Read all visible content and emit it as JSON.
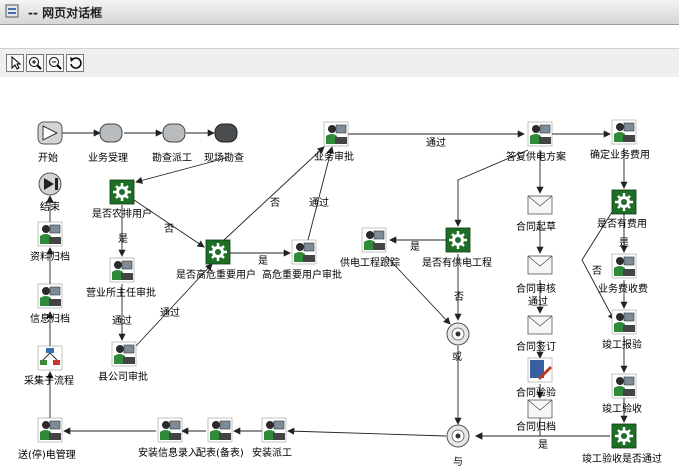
{
  "window": {
    "title": "-- 网页对话框"
  },
  "toolbar": {
    "tools": [
      "pointer-icon",
      "zoom-in-icon",
      "zoom-out-icon",
      "reset-icon"
    ]
  },
  "nodes": {
    "start": "开始",
    "accept": "业务受理",
    "dispatch": "勘查派工",
    "survey": "现场勘查",
    "end": "结束",
    "rural": "是否农排用户",
    "archive": "资料归档",
    "high_risk": "是否高危重要用户",
    "high_risk_approve": "高危重要用户审批",
    "business_approve": "业务审批",
    "reply_plan": "答复供电方案",
    "fee_confirm": "确定业务费用",
    "track": "供电工程跟踪",
    "has_project": "是否有供电工程",
    "contract_draft": "合同起草",
    "has_fee": "是否有费用",
    "office_approve": "营业所主任审批",
    "info_archive": "信息归档",
    "contract_review": "合同审核",
    "fee_collect": "业务费收费",
    "or_gate": "或",
    "pass_text": "通过",
    "contract_sign": "合同签订",
    "accept_report": "竣工报验",
    "subflow": "采集子流程",
    "county_approve": "县公司审批",
    "contract_check": "合同验验",
    "accept_check": "竣工验收",
    "contract_archive": "合同归档",
    "power_mgmt": "送(停)电管理",
    "install_record": "安装信息录入",
    "config_table": "配表(备表)",
    "install_dispatch": "安装派工",
    "and_gate": "与",
    "accept_pass": "竣工验收是否通过"
  },
  "edges": {
    "yes": "是",
    "no": "否",
    "pass": "通过"
  }
}
